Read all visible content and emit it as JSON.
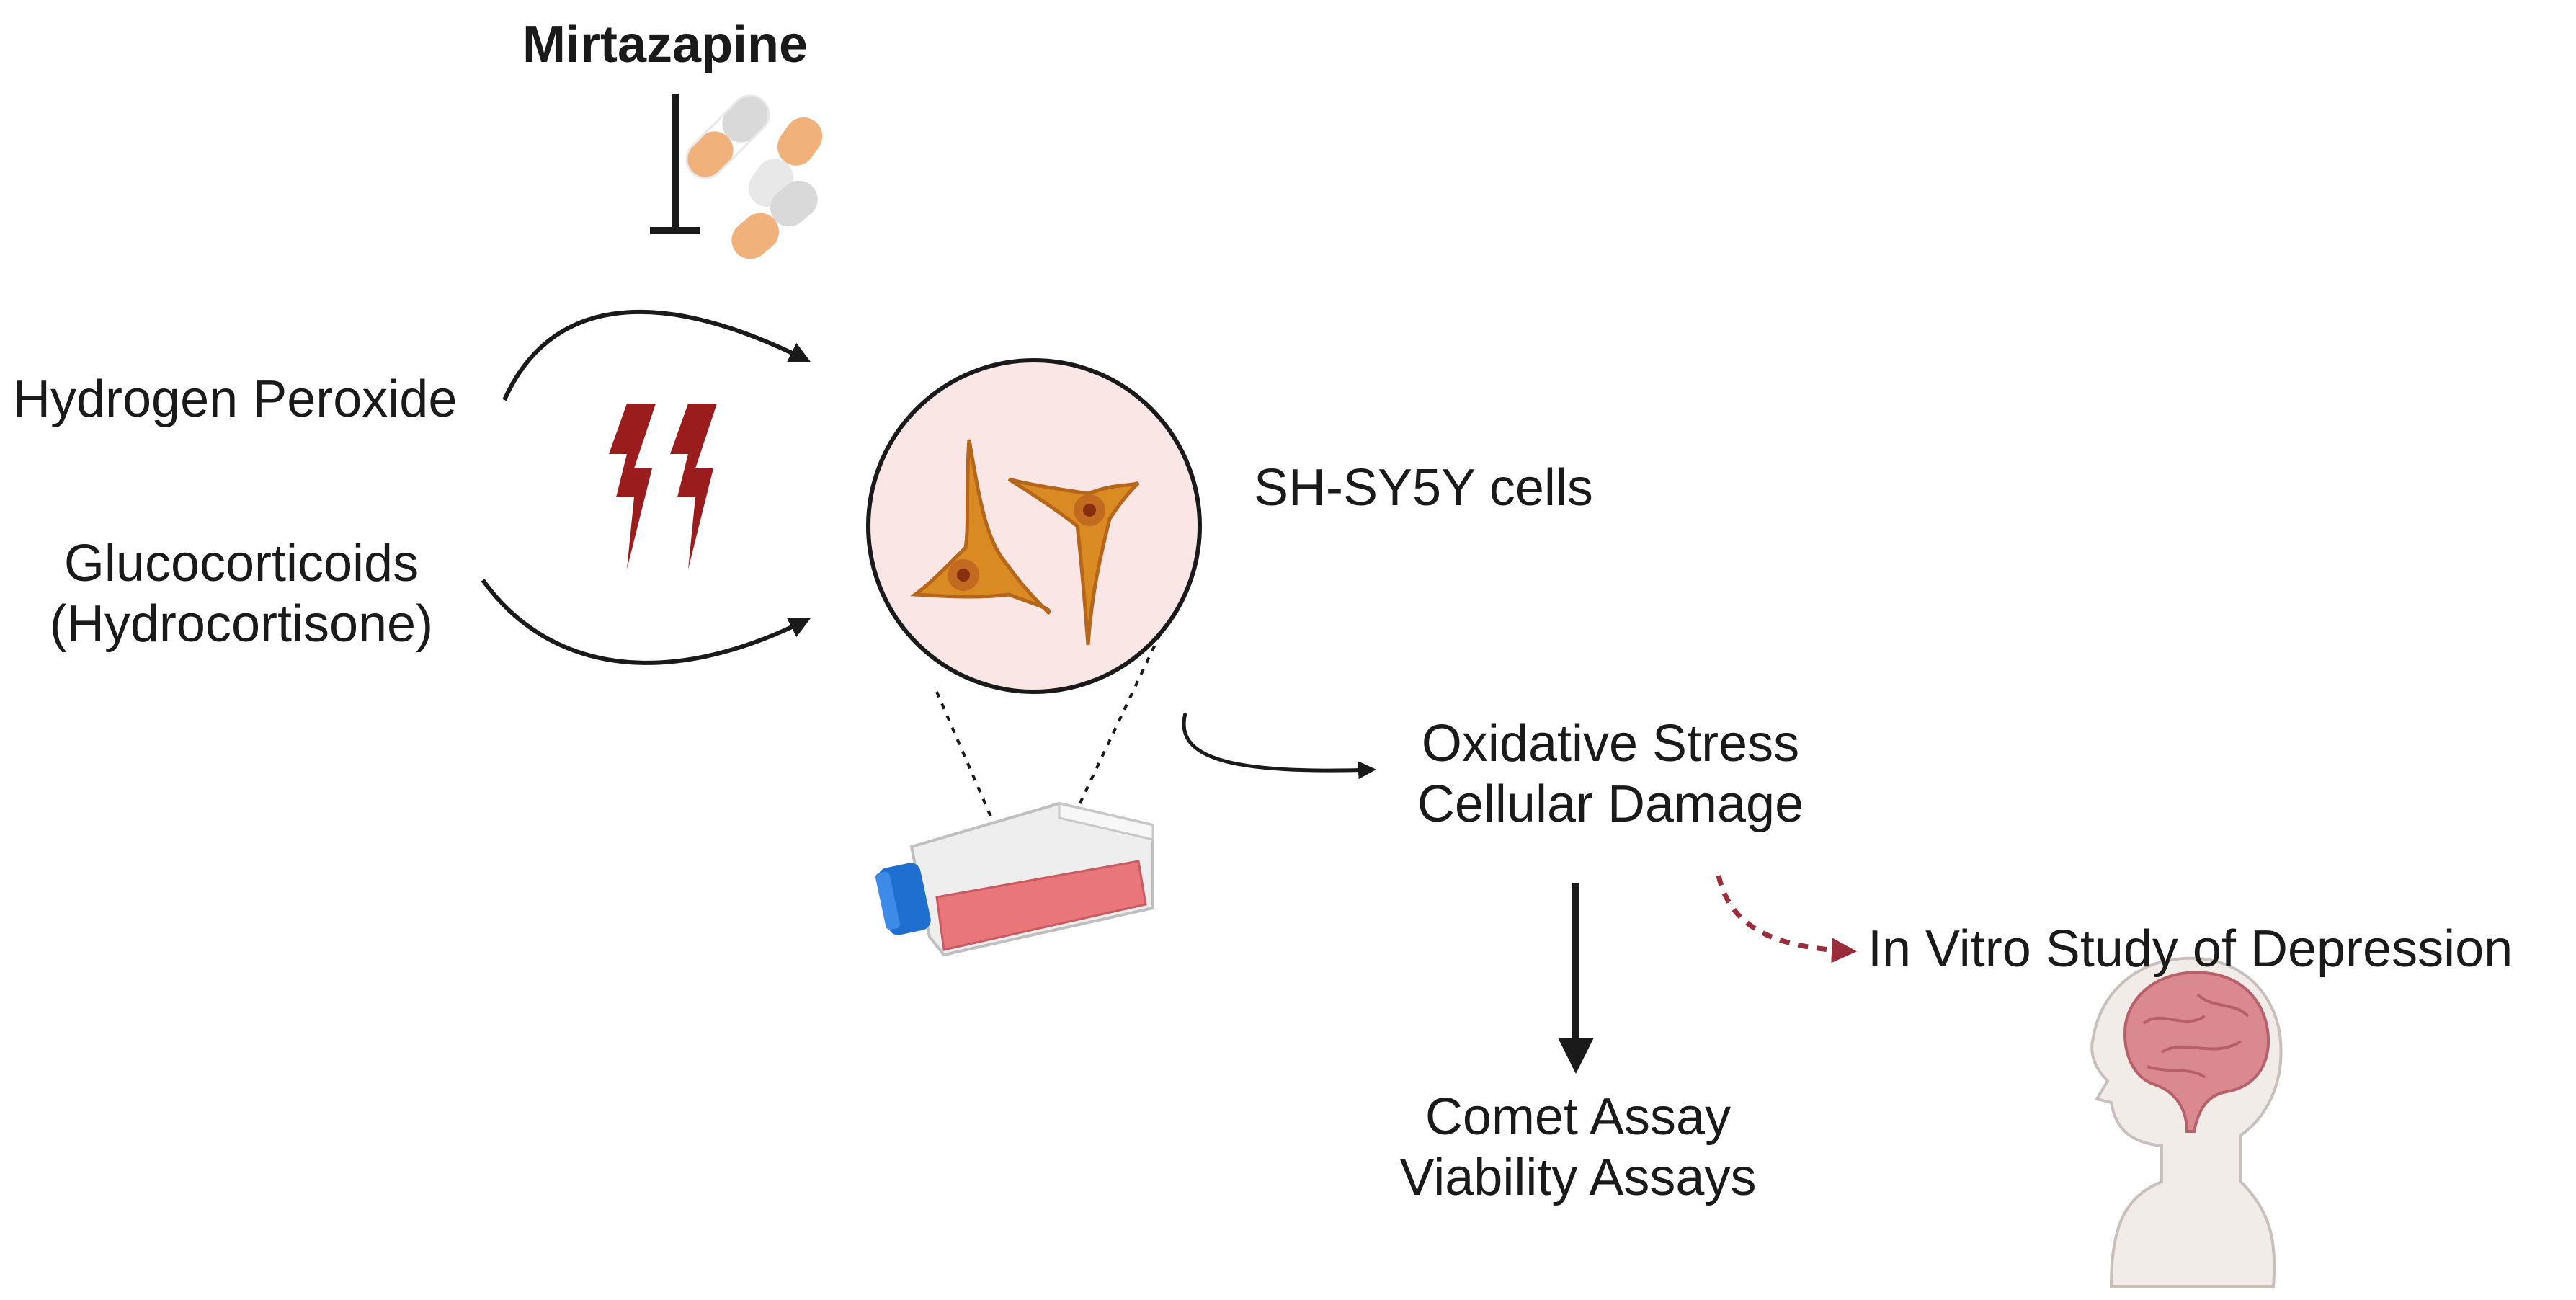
{
  "drug": {
    "name": "Mirtazapine"
  },
  "inputs": {
    "h2o2": "Hydrogen Peroxide",
    "gluco_line1": "Glucocorticoids",
    "gluco_line2": "(Hydrocortisone)"
  },
  "cells": {
    "label": "SH-SY5Y cells"
  },
  "outcome": {
    "line1": "Oxidative Stress",
    "line2": "Cellular Damage"
  },
  "assays": {
    "line1": "Comet Assay",
    "line2": "Viability Assays"
  },
  "study": {
    "label": "In Vitro Study of Depression"
  },
  "colors": {
    "arrow": "#1a1a1a",
    "lightning": "#9b1c1c",
    "dashed_arrow": "#9b2d3a",
    "cell_body": "#d98a22",
    "cell_nucleus": "#b8441a",
    "circle_fill": "#fbe6e6",
    "flask_medium": "#e8767a",
    "flask_cap": "#1f6fd1",
    "capsule_orange": "#f0b27a",
    "brain": "#d9898f"
  }
}
